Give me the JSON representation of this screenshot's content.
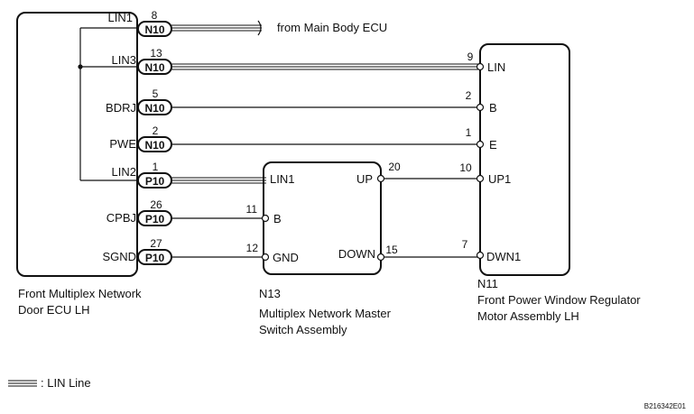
{
  "components": {
    "door_ecu": {
      "caption_lines": [
        "Front Multiplex Network",
        "Door ECU LH"
      ]
    },
    "master_switch": {
      "code": "N13",
      "caption_lines": [
        "Multiplex Network Master",
        "Switch Assembly"
      ]
    },
    "regulator": {
      "code": "N11",
      "caption_lines": [
        "Front Power Window Regulator",
        "Motor Assembly LH"
      ]
    }
  },
  "ecu_terminals": [
    {
      "label": "LIN1",
      "connector": "N10",
      "pin": "8"
    },
    {
      "label": "LIN3",
      "connector": "N10",
      "pin": "13"
    },
    {
      "label": "BDRJ",
      "connector": "N10",
      "pin": "5"
    },
    {
      "label": "PWE",
      "connector": "N10",
      "pin": "2"
    },
    {
      "label": "LIN2",
      "connector": "P10",
      "pin": "1"
    },
    {
      "label": "CPBJ",
      "connector": "P10",
      "pin": "26"
    },
    {
      "label": "SGND",
      "connector": "P10",
      "pin": "27"
    }
  ],
  "switch_terminals": {
    "left": [
      {
        "label": "LIN1"
      },
      {
        "label": "B",
        "pin": "11"
      },
      {
        "label": "GND",
        "pin": "12"
      }
    ],
    "right": [
      {
        "label": "UP",
        "pin": "20"
      },
      {
        "label": "DOWN",
        "pin": "15"
      }
    ]
  },
  "regulator_terminals": [
    {
      "label": "LIN",
      "pin": "9"
    },
    {
      "label": "B",
      "pin": "2"
    },
    {
      "label": "E",
      "pin": "1"
    },
    {
      "label": "UP1",
      "pin": "10"
    },
    {
      "label": "DWN1",
      "pin": "7"
    }
  ],
  "annotations": {
    "from_main_body": "from Main Body ECU",
    "legend": ": LIN Line",
    "figure_id": "B216342E01"
  }
}
